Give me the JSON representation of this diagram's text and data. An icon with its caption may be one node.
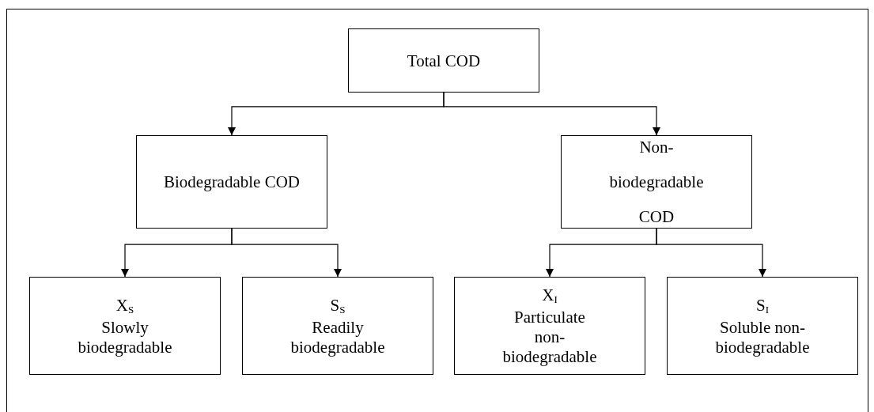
{
  "diagram": {
    "nodes": [
      {
        "text": [
          "Total COD"
        ]
      },
      {
        "text": [
          "Biodegradable COD"
        ]
      },
      {
        "text": [
          "Non-biodegradable COD"
        ]
      },
      {
        "text": [
          "X$_{S}$",
          "Slowly biodegradable"
        ]
      },
      {
        "text": [
          "S$_{S}$",
          "Readily biodegradable"
        ]
      },
      {
        "text": [
          "X$_{I}$",
          "Particulate non-biodegradable"
        ]
      },
      {
        "text": [
          "S$_{I}$",
          "Soluble non-biodegradable"
        ]
      }
    ],
    "edges": [
      {
        "from": 0,
        "to": 1,
        "arrow": "to"
      },
      {
        "from": 0,
        "to": 2,
        "arrow": "to"
      },
      {
        "from": 1,
        "to": 3,
        "arrow": "to"
      },
      {
        "from": 1,
        "to": 4,
        "arrow": "to"
      },
      {
        "from": 2,
        "to": 5,
        "arrow": "to"
      },
      {
        "from": 2,
        "to": 6,
        "arrow": "to"
      }
    ]
  }
}
